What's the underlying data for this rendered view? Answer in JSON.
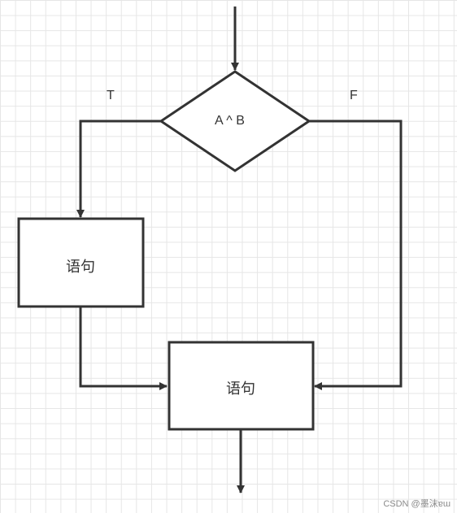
{
  "flowchart": {
    "condition": "A ^ B",
    "true_label": "T",
    "false_label": "F",
    "left_box": "语句",
    "bottom_box": "语句"
  },
  "watermark": "CSDN @墨沫ɐɯ",
  "colors": {
    "stroke": "#333333",
    "grid": "#e6e6e6",
    "background": "#ffffff"
  }
}
